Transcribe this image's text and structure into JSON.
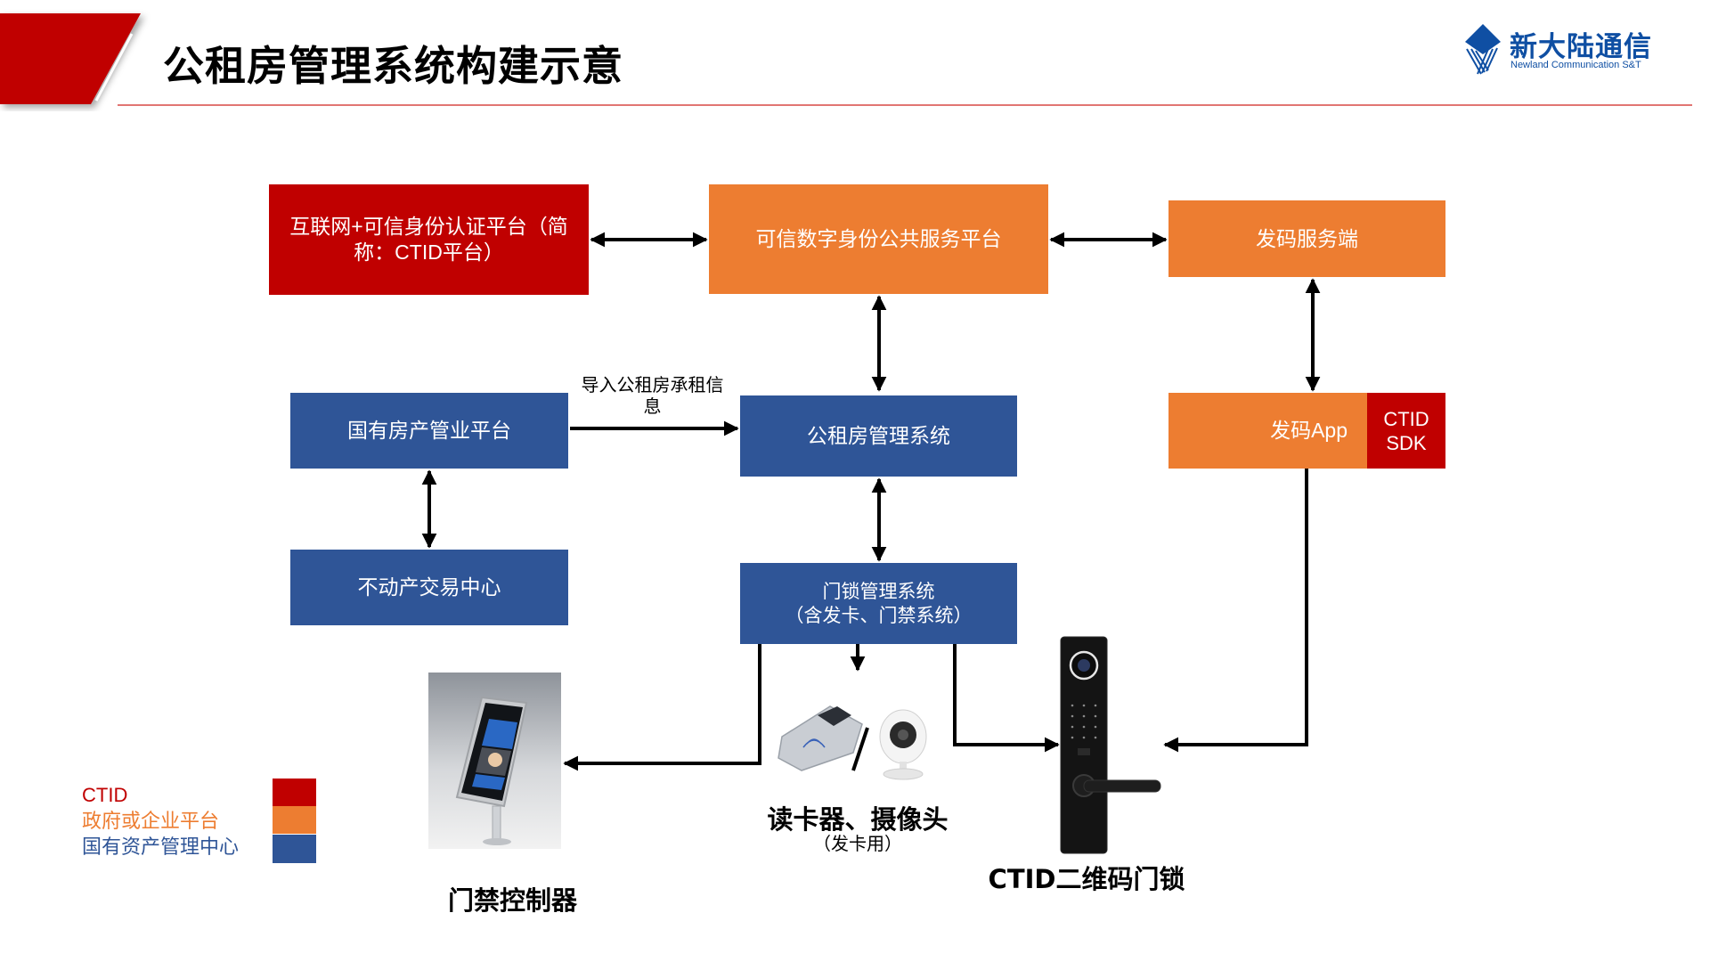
{
  "header": {
    "title": "公租房管理系统构建示意",
    "logo": {
      "name_cn": "新大陆通信",
      "name_en": "Newland Communication S&T",
      "color": "#0F4FA3"
    }
  },
  "colors": {
    "ctid": "#C00000",
    "platform": "#ED7D31",
    "state_asset": "#2F5597",
    "header_accent": "#C00000"
  },
  "nodes": {
    "ctid_platform": "互联网+可信身份认证平台（简称：CTID平台）",
    "trusted_identity_platform": "可信数字身份公共服务平台",
    "code_server": "发码服务端",
    "state_property_platform": "国有房产管业平台",
    "public_housing_system": "公租房管理系统",
    "code_app": "发码App",
    "ctid_sdk_line1": "CTID",
    "ctid_sdk_line2": "SDK",
    "real_estate_center": "不动产交易中心",
    "door_lock_system_line1": "门锁管理系统",
    "door_lock_system_line2": "（含发卡、门禁系统）"
  },
  "edge_labels": {
    "import_info": "导入公租房承租信息"
  },
  "devices": {
    "access_controller": "门禁控制器",
    "card_reader_camera": "读卡器、摄像头",
    "card_reader_camera_sub": "（发卡用）",
    "qr_door_lock": "CTID二维码门锁"
  },
  "legend": [
    {
      "label": "CTID",
      "color": "#C00000"
    },
    {
      "label": "政府或企业平台",
      "color": "#ED7D31"
    },
    {
      "label": "国有资产管理中心",
      "color": "#2F5597"
    }
  ]
}
